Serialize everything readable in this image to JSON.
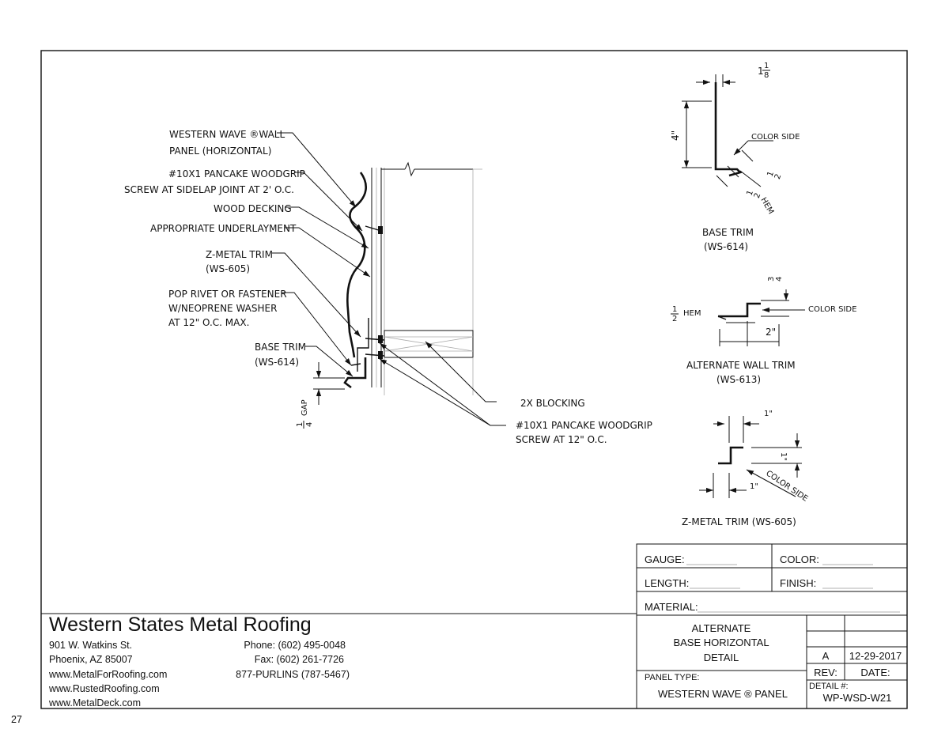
{
  "page_number": "27",
  "company": {
    "name": "Western States Metal Roofing",
    "address1": "901 W. Watkins St.",
    "address2": "Phoenix, AZ 85007",
    "web1": "www.MetalForRoofing.com",
    "web2": "www.RustedRoofing.com",
    "web3": "www.MetalDeck.com",
    "phone": "Phone: (602) 495-0048",
    "fax": "Fax: (602) 261-7726",
    "tollfree": "877-PURLINS (787-5467)"
  },
  "title_block": {
    "gauge_label": "GAUGE:",
    "color_label": "COLOR:",
    "length_label": "LENGTH:",
    "finish_label": "FINISH:",
    "material_label": "MATERIAL:",
    "title_line1": "ALTERNATE",
    "title_line2": "BASE HORIZONTAL",
    "title_line3": "DETAIL",
    "panel_type_label": "PANEL TYPE:",
    "panel_type": "WESTERN WAVE ® PANEL",
    "rev": "A",
    "date": "12-29-2017",
    "rev_label": "REV:",
    "date_label": "DATE:",
    "detail_label": "DETAIL #:",
    "detail_no": "WP-WSD-W21"
  },
  "callouts": {
    "wall_panel_1": "WESTERN WAVE ®WALL",
    "wall_panel_2": "PANEL (HORIZONTAL)",
    "screw1_1": "#10X1 PANCAKE WOODGRIP",
    "screw1_2": "SCREW AT SIDELAP JOINT AT 2' O.C.",
    "decking": "WOOD DECKING",
    "underlayment": "APPROPRIATE UNDERLAYMENT",
    "zmetal_1": "Z-METAL TRIM",
    "zmetal_2": "(WS-605)",
    "rivet_1": "POP RIVET OR FASTENER",
    "rivet_2": "W/NEOPRENE WASHER",
    "rivet_3": "AT 12\" O.C. MAX.",
    "base_1": "BASE TRIM",
    "base_2": "(WS-614)",
    "gap": "GAP",
    "gap_num": "1",
    "gap_den": "4",
    "blocking": "2X BLOCKING",
    "screw2_1": "#10X1 PANCAKE WOODGRIP",
    "screw2_2": "SCREW AT 12\" O.C."
  },
  "base_trim": {
    "title": "BASE TRIM",
    "code": "(WS-614)",
    "dim_top_whole": "1",
    "dim_top_num": "1",
    "dim_top_den": "8",
    "dim_height": "4\"",
    "color_side": "COLOR SIDE",
    "dim_foot_num": "1",
    "dim_foot_den": "2",
    "dim_hem_num": "1",
    "dim_hem_den": "2",
    "hem": "HEM"
  },
  "alt_wall_trim": {
    "title": "ALTERNATE WALL TRIM",
    "code": "(WS-613)",
    "dim_top_num": "3",
    "dim_top_den": "4",
    "hem_num": "1",
    "hem_den": "2",
    "hem": "HEM",
    "color_side": "COLOR SIDE",
    "dim_width": "2\""
  },
  "z_trim": {
    "title": "Z-METAL TRIM (WS-605)",
    "dim_top": "1\"",
    "dim_right": "1\"",
    "dim_bottom": "1\"",
    "color_side": "COLOR SIDE"
  }
}
